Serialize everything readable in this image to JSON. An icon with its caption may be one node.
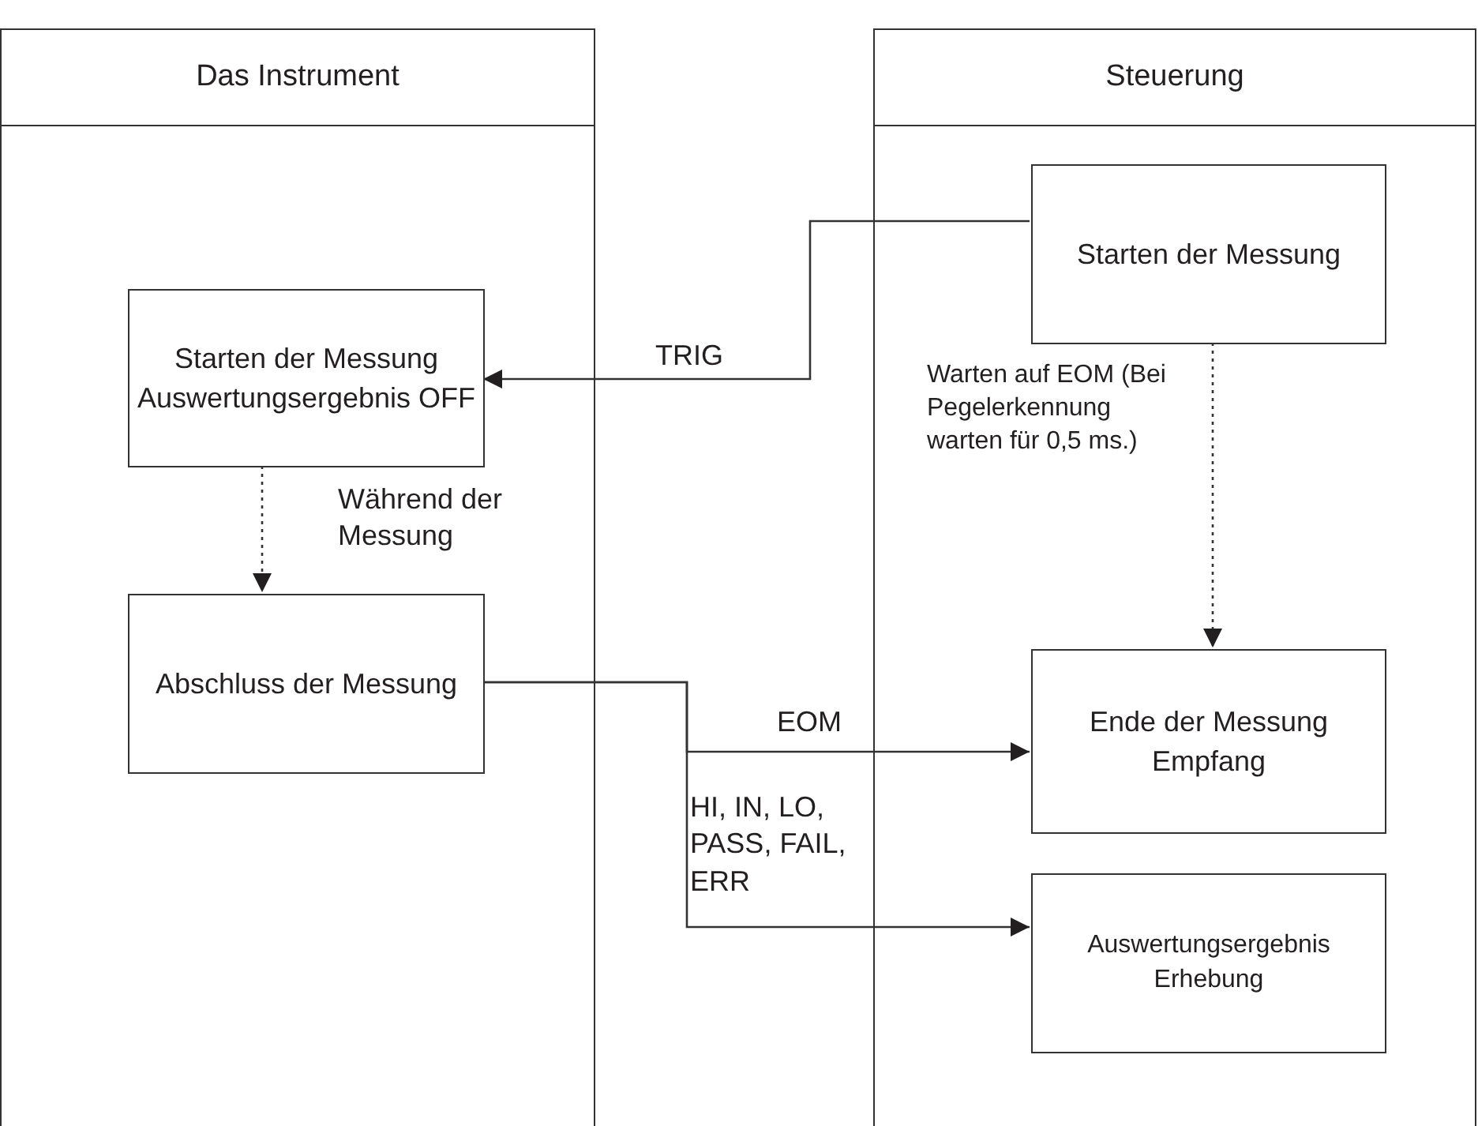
{
  "diagram": {
    "nodes": [
      {
        "text": [
          "Das Instrument"
        ]
      },
      {
        "text": [
          "Steuerung"
        ]
      },
      {
        "text": [
          "Starten der Messung"
        ],
        "in": 1
      },
      {
        "text": [
          "Starten der Messung Auswertungsergebnis OFF"
        ],
        "in": 0
      },
      {
        "text": [
          "Abschluss der Messung"
        ],
        "in": 0
      },
      {
        "text": [
          "Ende der Messung Empfang"
        ],
        "in": 1
      },
      {
        "text": [
          "Auswertungsergebnis Erhebung"
        ],
        "in": 1
      }
    ],
    "edges": [
      {
        "from": 2,
        "to": 3,
        "arrow": "to",
        "label": "TRIG"
      },
      {
        "from": 3,
        "to": 4,
        "arrow": "to",
        "style": "dashed",
        "label": "Während der Messung"
      },
      {
        "from": 2,
        "to": 5,
        "arrow": "to",
        "style": "dashed",
        "label": "Warten auf EOM (Bei Pegelerkennung warten für 0,5 ms.)"
      },
      {
        "from": 4,
        "to": 5,
        "arrow": "to",
        "label": "EOM"
      },
      {
        "from": 4,
        "to": 6,
        "arrow": "to",
        "label": "HI, IN, LO, PASS, FAIL, ERR"
      }
    ]
  }
}
